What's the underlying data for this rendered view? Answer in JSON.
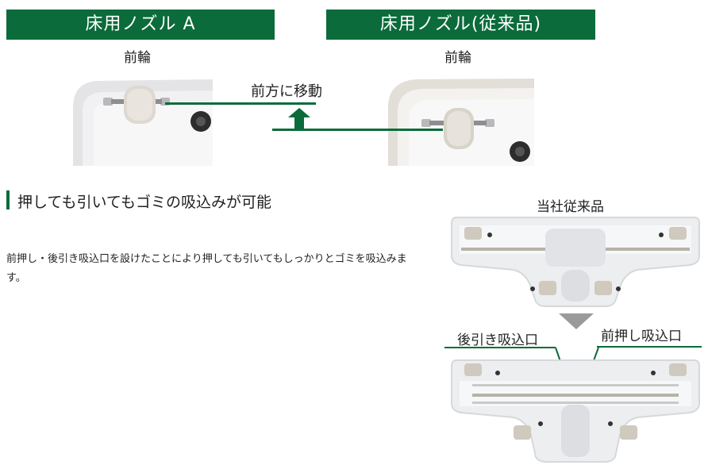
{
  "banners": {
    "nozzle_a": "床用ノズル A",
    "nozzle_conventional": "床用ノズル(従来品)"
  },
  "labels": {
    "front_wheel_a": "前輪",
    "front_wheel_b": "前輪",
    "move_forward": "前方に移動"
  },
  "section": {
    "title": "押しても引いてもゴミの吸込みが可能",
    "description": "前押し・後引き吸込口を設けたことにより押しても引いてもしっかりとゴミを吸込みます。"
  },
  "comparison": {
    "top_caption": "当社従来品",
    "back_inlet": "後引き吸込口",
    "front_inlet": "前押し吸込口"
  },
  "colors": {
    "brand_green": "#0b6b3a",
    "arrow_gray": "#9a9a9a"
  }
}
